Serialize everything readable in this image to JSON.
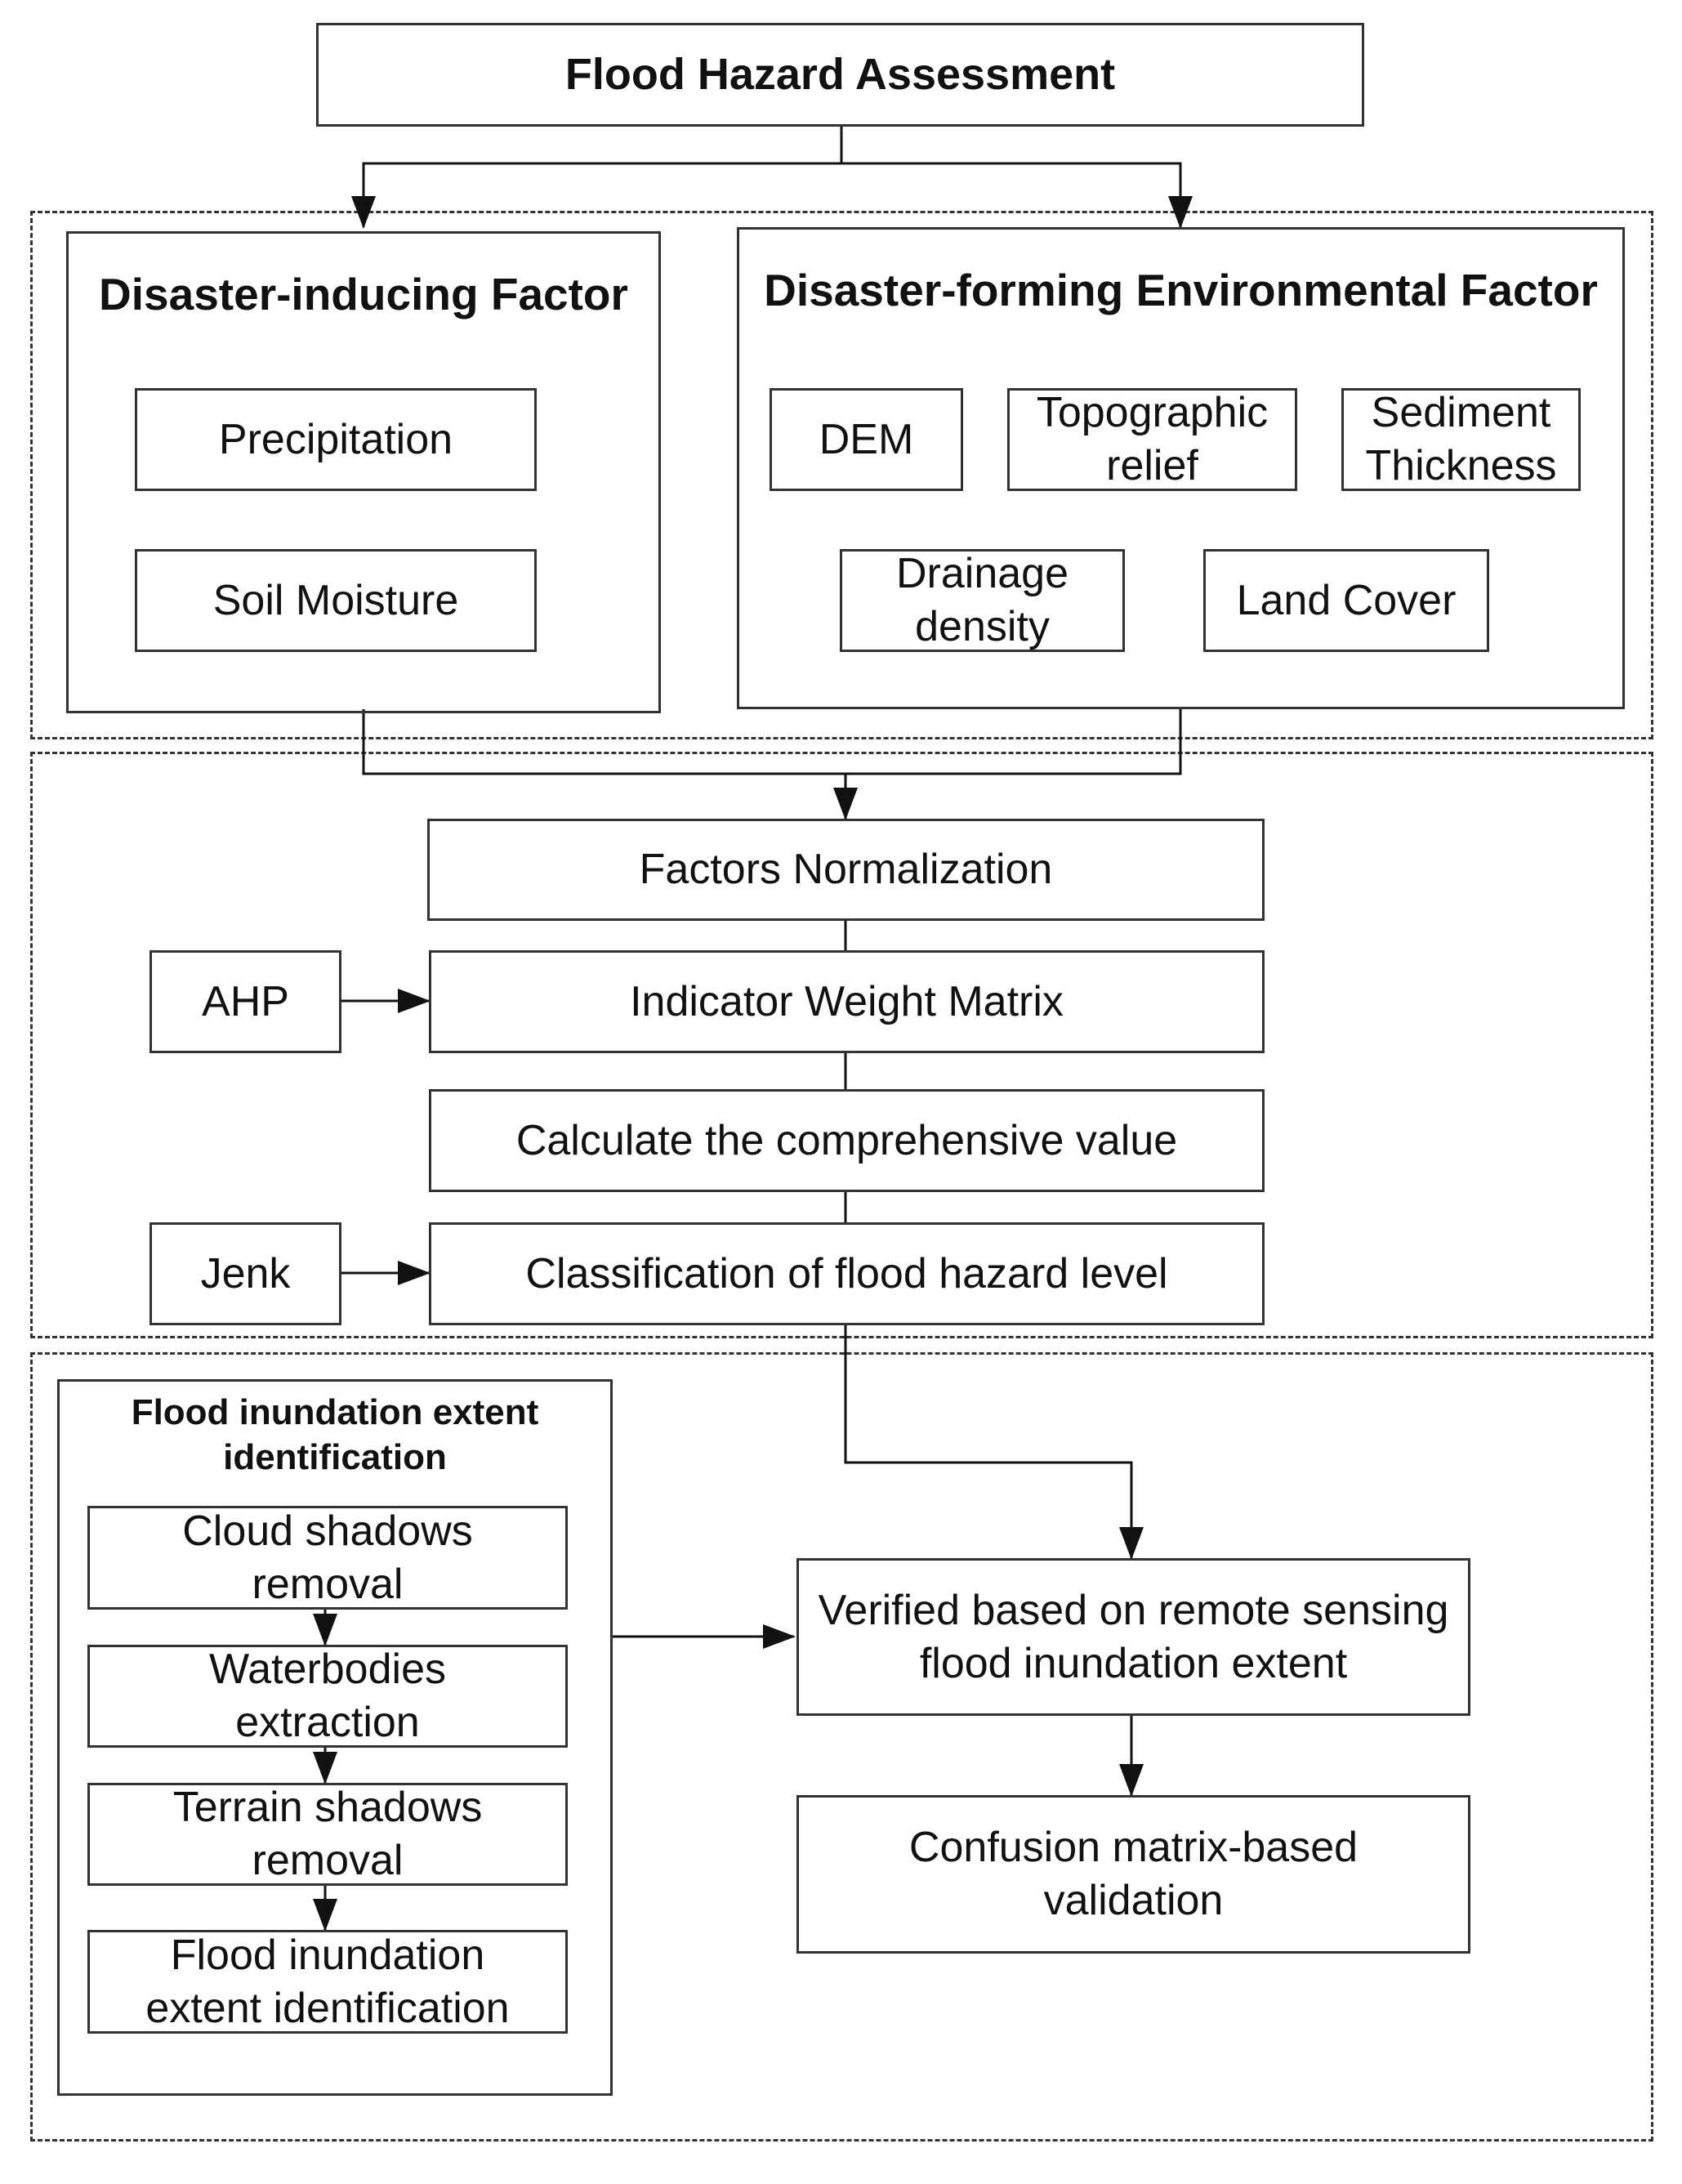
{
  "title": "Flood Hazard Assessment",
  "inducing": {
    "title": "Disaster-inducing Factor",
    "precipitation": "Precipitation",
    "soil_moisture": "Soil Moisture"
  },
  "environment": {
    "title": "Disaster-forming Environmental Factor",
    "dem": "DEM",
    "topographic_relief": "Topographic relief",
    "sediment_thickness": "Sediment Thickness",
    "drainage_density": "Drainage density",
    "land_cover": "Land Cover"
  },
  "process": {
    "normalization": "Factors Normalization",
    "ahp": "AHP",
    "weight_matrix": "Indicator Weight Matrix",
    "comprehensive_value": "Calculate the comprehensive value",
    "jenk": "Jenk",
    "classification": "Classification of flood hazard level"
  },
  "inundation": {
    "title": "Flood inundation extent identification",
    "cloud_shadows": "Cloud shadows removal",
    "waterbodies": "Waterbodies extraction",
    "terrain_shadows": "Terrain shadows removal",
    "extent_identification": "Flood inundation extent identification"
  },
  "validation": {
    "verified": "Verified based on remote sensing flood inundation extent",
    "confusion_matrix": "Confusion matrix-based validation"
  }
}
